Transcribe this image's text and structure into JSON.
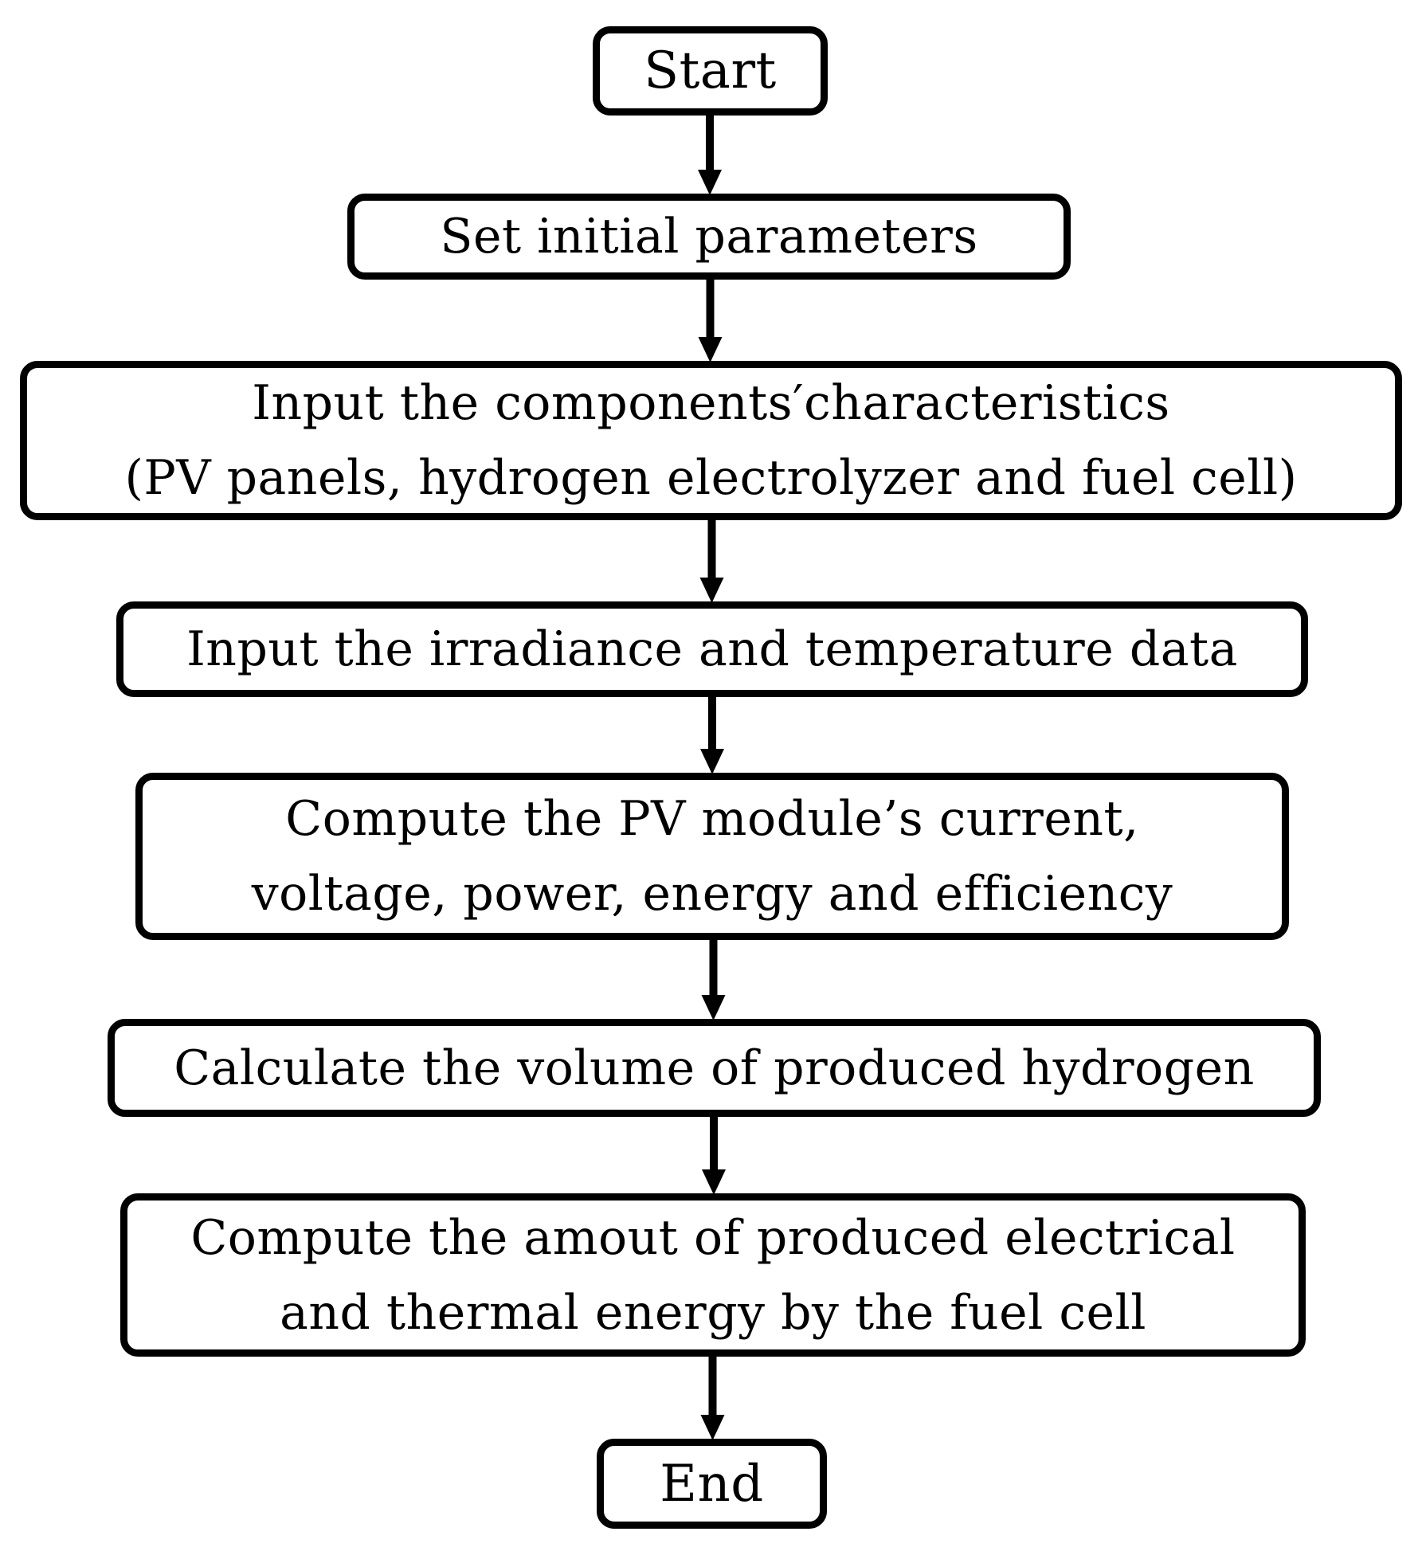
{
  "flowchart": {
    "steps": [
      {
        "id": "start",
        "kind": "terminal",
        "lines": [
          "Start"
        ]
      },
      {
        "id": "set",
        "kind": "process",
        "lines": [
          "Set initial parameters"
        ]
      },
      {
        "id": "input1",
        "kind": "process",
        "lines": [
          "Input the components′characteristics",
          "(PV panels, hydrogen electrolyzer and fuel cell)"
        ]
      },
      {
        "id": "input2",
        "kind": "process",
        "lines": [
          "Input the irradiance and temperature data"
        ]
      },
      {
        "id": "compute1",
        "kind": "process",
        "lines": [
          "Compute the PV module’s current,",
          "voltage, power, energy and efficiency"
        ]
      },
      {
        "id": "calc",
        "kind": "process",
        "lines": [
          "Calculate the volume of produced hydrogen"
        ]
      },
      {
        "id": "compute2",
        "kind": "process",
        "lines": [
          "Compute the amout of produced electrical",
          "and thermal energy by the fuel cell"
        ]
      },
      {
        "id": "end",
        "kind": "terminal",
        "lines": [
          "End"
        ]
      }
    ],
    "edges": [
      {
        "from": "start",
        "to": "set"
      },
      {
        "from": "set",
        "to": "input1"
      },
      {
        "from": "input1",
        "to": "input2"
      },
      {
        "from": "input2",
        "to": "compute1"
      },
      {
        "from": "compute1",
        "to": "calc"
      },
      {
        "from": "calc",
        "to": "compute2"
      },
      {
        "from": "compute2",
        "to": "end"
      }
    ],
    "colors": {
      "stroke": "#000000",
      "fill": "#ffffff",
      "text": "#000000"
    }
  }
}
